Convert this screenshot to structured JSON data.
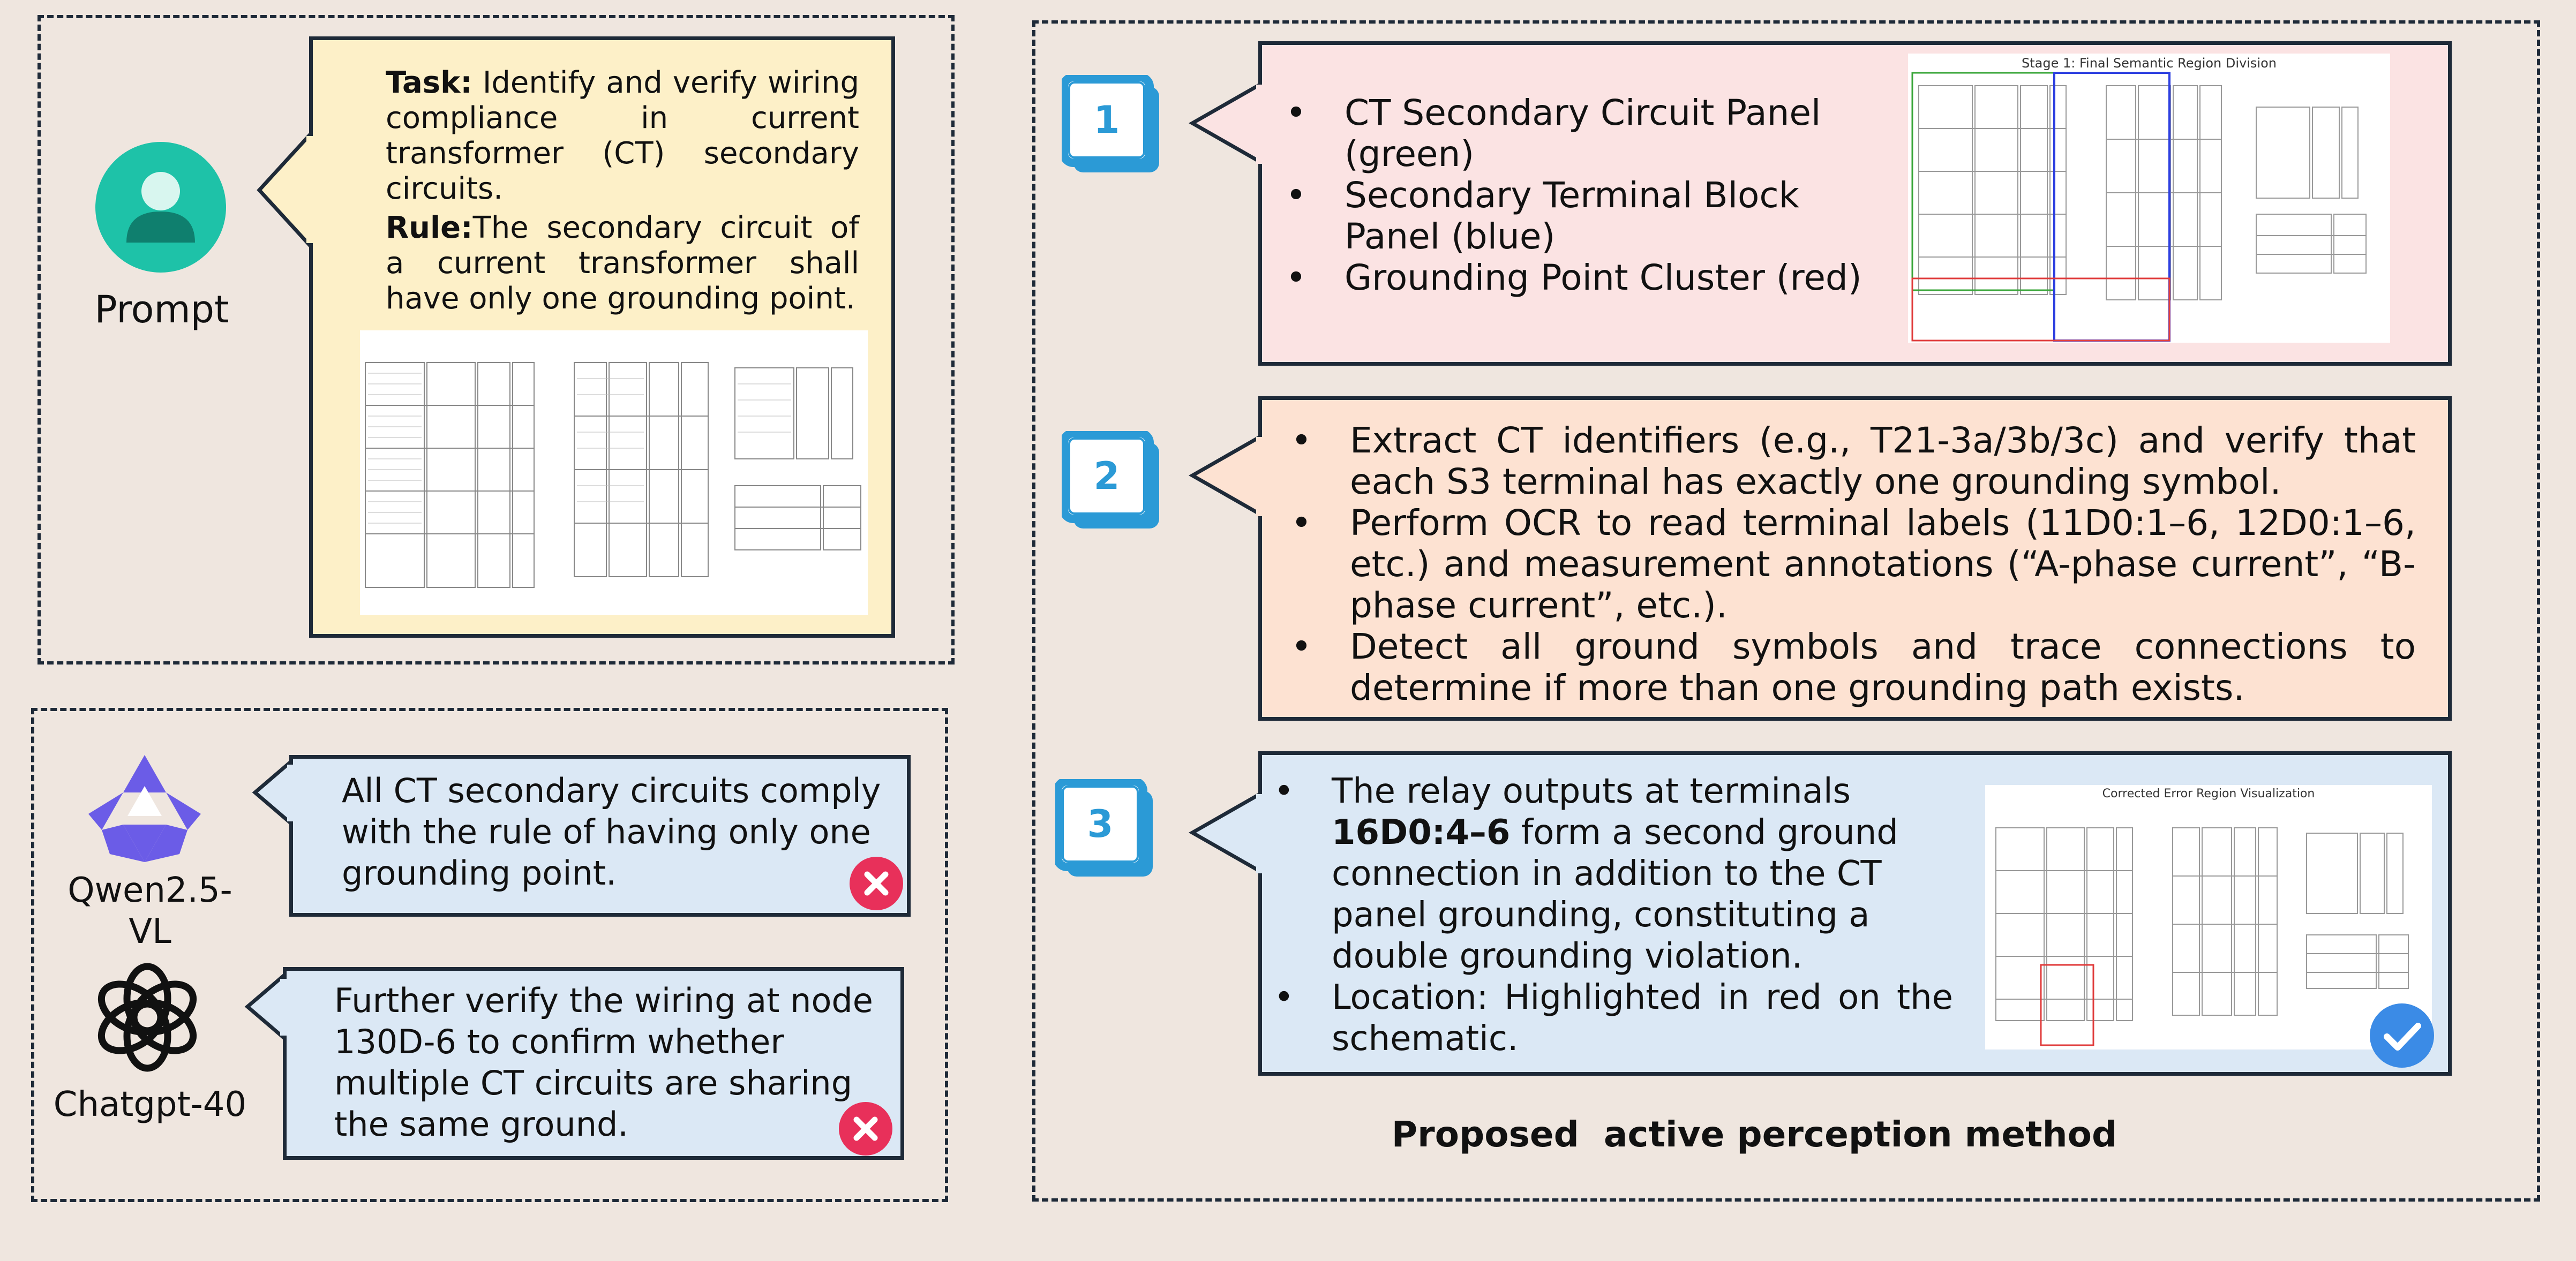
{
  "prompt": {
    "label": "Prompt",
    "task_label": "Task:",
    "task_text": " Identify and verify wiring compliance in current transformer (CT) secondary circuits.",
    "rule_label": "Rule:",
    "rule_text": "The secondary circuit of a current transformer shall have only one grounding point."
  },
  "baselines": [
    {
      "model": "Qwen2.5-VL",
      "response": "All CT secondary circuits comply with the rule of having only one grounding point.",
      "verdict": "incorrect"
    },
    {
      "model": "Chatgpt-40",
      "response": "Further verify the wiring at node 130D-6 to confirm whether multiple CT circuits are sharing the same ground.",
      "verdict": "incorrect"
    }
  ],
  "steps": [
    {
      "number": "1",
      "bullets": [
        "CT Secondary Circuit Panel (green)",
        "Secondary Terminal Block Panel (blue)",
        "Grounding Point Cluster (red)"
      ],
      "image_title": "Stage 1: Final Semantic Region Division"
    },
    {
      "number": "2",
      "bullets": [
        "Extract CT identifiers (e.g., T21-3a/3b/3c) and verify that each S3 terminal has exactly one grounding symbol.",
        "Perform OCR to read terminal labels (11D0:1–6, 12D0:1–6, etc.) and measurement annotations (“A-phase current”, “B-phase current”, etc.).",
        "Detect all ground symbols and trace connections to determine if more than one grounding path exists."
      ]
    },
    {
      "number": "3",
      "bullet1_pre": "The relay outputs at terminals ",
      "bullet1_bold": "16D0:4–6",
      "bullet1_post": " form a second ground connection in addition to the CT panel grounding, constituting a double grounding violation.",
      "bullet2": "Location: Highlighted in red on the schematic.",
      "image_title": "Corrected Error Region Visualization",
      "verdict": "correct"
    }
  ],
  "caption": "Proposed  active perception method",
  "colors": {
    "background": "#efe6df",
    "prompt_card": "#fdf0c8",
    "model_card": "#dbe8f5",
    "step1_card": "#fbe3e3",
    "step2_card": "#fde2d2",
    "step3_card": "#dbe8f5",
    "teal": "#1ec2a8",
    "step_blue": "#2b9ad6",
    "error_red": "#e8305a",
    "ok_blue": "#3b8be6"
  }
}
